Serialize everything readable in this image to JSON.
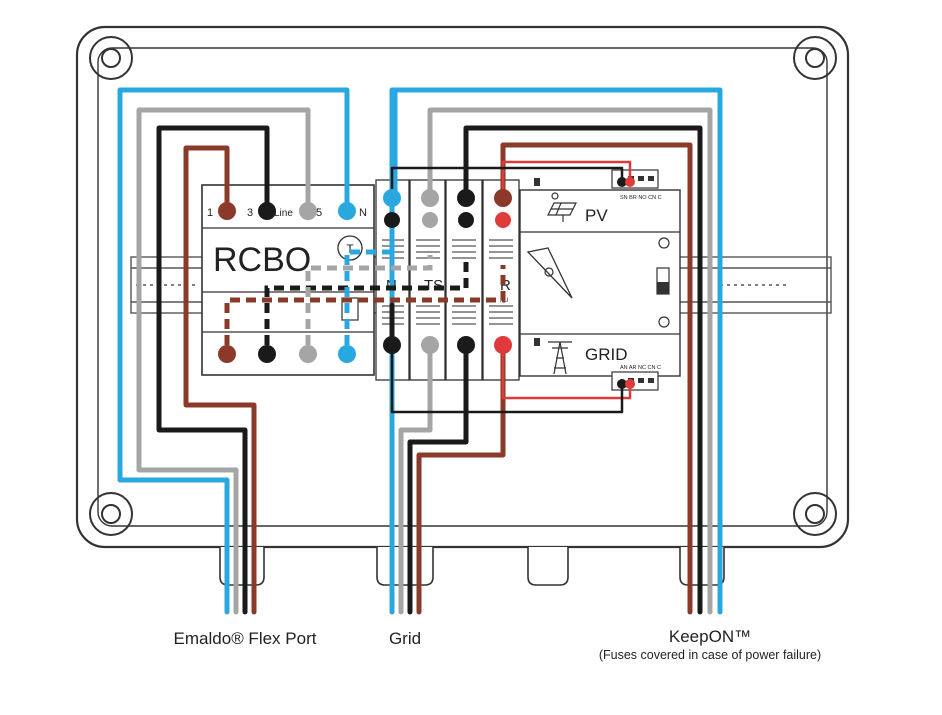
{
  "rcbo": {
    "title": "RCBO",
    "terminal_top": [
      "1",
      "3",
      "Line",
      "5",
      "N"
    ],
    "test_symbol": "T"
  },
  "switch": {
    "pv_label": "PV",
    "grid_label": "GRID",
    "pv_contacts": "SN BR NO CN C",
    "grid_contacts": "AN AR NC CN C",
    "breaker_marks": [
      "N",
      "TS",
      "R"
    ],
    "small_mark": "AU"
  },
  "labels": {
    "flex_port": "Emaldo® Flex Port",
    "grid": "Grid",
    "keepon": "KeepON™",
    "keepon_note": "(Fuses covered in case of power failure)"
  },
  "colors": {
    "blue": "#29a8e0",
    "grey": "#a5a5a5",
    "black": "#1a1a1a",
    "brown": "#8b3a2a",
    "red": "#e03a3a",
    "outline": "#333333"
  }
}
